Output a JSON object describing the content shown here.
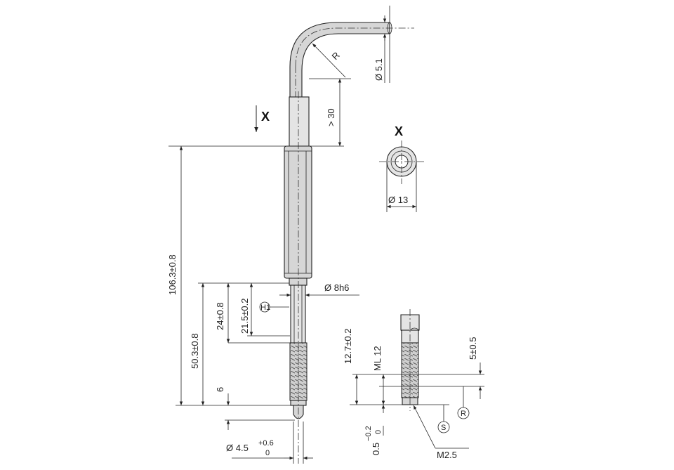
{
  "view_labels": {
    "section_x": "X",
    "view_x": "X"
  },
  "dimensions": {
    "cable_diameter": "Ø 5.1",
    "bend_radius": "R",
    "straight_length": "> 30",
    "body_diameter": "Ø 13",
    "total_length": "106.3±0.8",
    "shaft_length": "50.3±0.8",
    "stem_24": "24±0.8",
    "stem_21_5": "21.5±0.2",
    "stem_diameter": "Ø 8h6",
    "tip_6": "6",
    "tip_diameter": "Ø 4.5",
    "tip_tol_upper": "+0.6",
    "tip_tol_lower": "0",
    "detail_12_7": "12.7±0.2",
    "detail_ml12": "ML 12",
    "detail_5": "5±0.5",
    "detail_0_5": "0.5",
    "detail_0_5_tol_upper": "−0.2",
    "detail_0_5_tol_lower": "0",
    "thread": "M2.5"
  },
  "symbols": {
    "h1": "H1",
    "s": "S",
    "r": "R"
  }
}
